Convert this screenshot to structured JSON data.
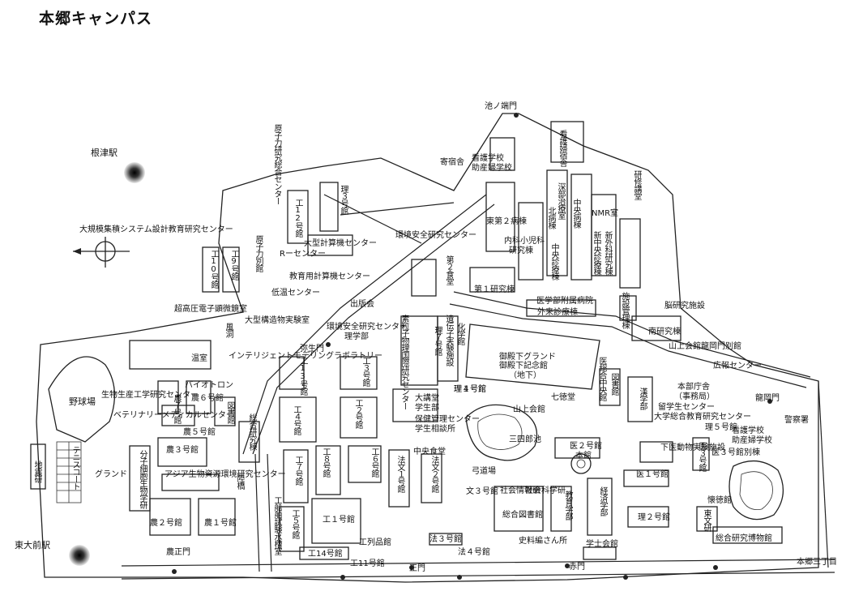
{
  "title": "本郷キャンパス",
  "stations": [
    {
      "id": "nezu",
      "label": "根津駅"
    },
    {
      "id": "todaimae",
      "label": "東大前駅"
    }
  ],
  "labels": [
    {
      "t": "池ノ端門"
    },
    {
      "t": "寄宿舎"
    },
    {
      "t": "看護学校"
    },
    {
      "t": "助産婦学校"
    },
    {
      "t": "看護婦宿舎"
    },
    {
      "t": "研修講堂"
    },
    {
      "t": "NMR室"
    },
    {
      "t": "深部治療室"
    },
    {
      "t": "北病棟"
    },
    {
      "t": "中央病棟"
    },
    {
      "t": "東第２病棟"
    },
    {
      "t": "内科小児科"
    },
    {
      "t": "研究棟"
    },
    {
      "t": "中央診療棟"
    },
    {
      "t": "新中央診療棟"
    },
    {
      "t": "新外科研究棟"
    },
    {
      "t": "第１研究棟"
    },
    {
      "t": "施設管理棟"
    },
    {
      "t": "脳研究施設"
    },
    {
      "t": "医学部附属病院"
    },
    {
      "t": "外来診療棟"
    },
    {
      "t": "南研究棟"
    },
    {
      "t": "山上会館龍岡門別館"
    },
    {
      "t": "広報センター"
    },
    {
      "t": "原子力研究総合センター"
    },
    {
      "t": "工12号館"
    },
    {
      "t": "理３号館"
    },
    {
      "t": "大型計算機センター"
    },
    {
      "t": "Rーセンター"
    },
    {
      "t": "教育用計算機センター"
    },
    {
      "t": "環境安全研究センター"
    },
    {
      "t": "第２食堂"
    },
    {
      "t": "大規模集積システム設計教育研究センター"
    },
    {
      "t": "工10号館"
    },
    {
      "t": "工9号館"
    },
    {
      "t": "原子力別館"
    },
    {
      "t": "低温センター"
    },
    {
      "t": "超高圧電子顕微鏡室"
    },
    {
      "t": "出版会"
    },
    {
      "t": "大型構造物実験室"
    },
    {
      "t": "環境安全研究センター"
    },
    {
      "t": "理学部"
    },
    {
      "t": "素粒子物理国際研究センター"
    },
    {
      "t": "理７号館"
    },
    {
      "t": "遺伝子実験施設"
    },
    {
      "t": "化学館"
    },
    {
      "t": "理１号館"
    },
    {
      "t": "弥生門"
    },
    {
      "t": "風洞"
    },
    {
      "t": "インテリジェントモデリングラボラトリー"
    },
    {
      "t": "工13号館"
    },
    {
      "t": "工３号館"
    },
    {
      "t": "御殿下グランド"
    },
    {
      "t": "御殿下記念館"
    },
    {
      "t": "（地下）"
    },
    {
      "t": "医総合中央館"
    },
    {
      "t": "図書館"
    },
    {
      "t": "漢学部"
    },
    {
      "t": "温室"
    },
    {
      "t": "バイオトロン"
    },
    {
      "t": "生物生産工学研究センター"
    },
    {
      "t": "農６号館"
    },
    {
      "t": "農７号館"
    },
    {
      "t": "図書館"
    },
    {
      "t": "農５号館"
    },
    {
      "t": "ベテリナリーメディカルセンター"
    },
    {
      "t": "野球場"
    },
    {
      "t": "工２号館"
    },
    {
      "t": "工４号館"
    },
    {
      "t": "大講堂"
    },
    {
      "t": "学生部"
    },
    {
      "t": "保健管理センター"
    },
    {
      "t": "学生相談所"
    },
    {
      "t": "理４号館"
    },
    {
      "t": "山上会館"
    },
    {
      "t": "三四郎池"
    },
    {
      "t": "七徳堂"
    },
    {
      "t": "本部庁舎"
    },
    {
      "t": "（事務局）"
    },
    {
      "t": "留学生センター"
    },
    {
      "t": "大学総合教育研究センター"
    },
    {
      "t": "理５号館"
    },
    {
      "t": "看護学校"
    },
    {
      "t": "助産婦学校"
    },
    {
      "t": "龍岡門"
    },
    {
      "t": "警察署"
    },
    {
      "t": "農３号館"
    },
    {
      "t": "総合研究棟"
    },
    {
      "t": "工７号館"
    },
    {
      "t": "工８号館"
    },
    {
      "t": "工６号館"
    },
    {
      "t": "法文１号館"
    },
    {
      "t": "中央食堂"
    },
    {
      "t": "法文２号館"
    },
    {
      "t": "医２号館"
    },
    {
      "t": "本館"
    },
    {
      "t": "下医動物実験施設"
    },
    {
      "t": "医３号館"
    },
    {
      "t": "医３号館別棟"
    },
    {
      "t": "テニスコート"
    },
    {
      "t": "グランド"
    },
    {
      "t": "地震研"
    },
    {
      "t": "分子細胞生物学研"
    },
    {
      "t": "アジア生物資源環境研究センター"
    },
    {
      "t": "陸橋"
    },
    {
      "t": "工１号館"
    },
    {
      "t": "工５号館"
    },
    {
      "t": "工船舶試験水槽室"
    },
    {
      "t": "弓道場"
    },
    {
      "t": "文３号館"
    },
    {
      "t": "社会情報研"
    },
    {
      "t": "社会科学研"
    },
    {
      "t": "教育学部"
    },
    {
      "t": "経済学部"
    },
    {
      "t": "医１号館"
    },
    {
      "t": "理２号館"
    },
    {
      "t": "懐徳館"
    },
    {
      "t": "東文研"
    },
    {
      "t": "総合図書館"
    },
    {
      "t": "総合研究博物館"
    },
    {
      "t": "農２号館"
    },
    {
      "t": "農１号館"
    },
    {
      "t": "工列品館"
    },
    {
      "t": "工14号館"
    },
    {
      "t": "工11号館"
    },
    {
      "t": "法３号館"
    },
    {
      "t": "法４号館"
    },
    {
      "t": "史料編さん所"
    },
    {
      "t": "学士会館"
    },
    {
      "t": "農正門"
    },
    {
      "t": "正門"
    },
    {
      "t": "赤門"
    },
    {
      "t": "本郷三丁目"
    }
  ]
}
